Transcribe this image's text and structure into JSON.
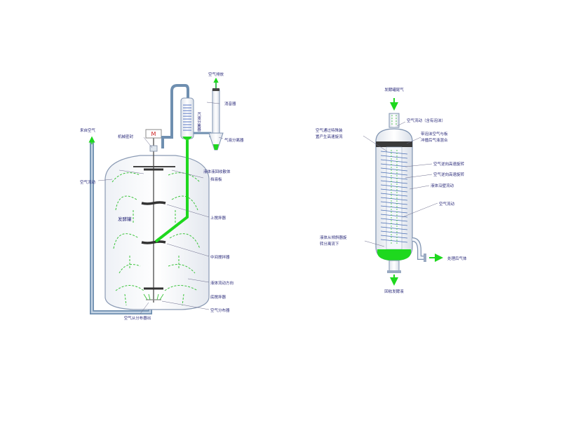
{
  "left_diagram": {
    "labels": {
      "outside_air": "来自空气",
      "air_flow": "空气流动",
      "motor": "M",
      "shaft_seal": "机械密封",
      "tank": "发酵罐",
      "air_exhaust_top": "空气排放",
      "defoamer": "消音器",
      "gas_liquid_separator": "气液分离器",
      "liquid_return": "液体液回收散体",
      "baffle": "挡液板",
      "upper_agitator": "上搅拌器",
      "middle_agitator": "中间搅拌器",
      "liquid_flow_direction": "液体流动方向",
      "bottom_agitator": "底搅拌器",
      "air_distributor": "空气分布器",
      "air_from_distributor": "空气从分布器出",
      "vertical_column_label": "汽液分离器"
    }
  },
  "right_diagram": {
    "labels": {
      "fermenter_tail_gas": "发酵罐尾气",
      "air_flow_with_foam": "空气流动（含有泡沫）",
      "air_through_special_device": "空气通过特殊装",
      "produces_high_speed_swirl": "置产生高速旋流",
      "foam_air_and_plate": "带泡沫空气与板",
      "mix_after_impact": "冲撞后气液混合",
      "air_reverse_high_speed_1": "空气逆向高速旋转",
      "air_reverse_high_speed_2": "空气逆向高速旋转",
      "liquid_flows_along_wall": "液体沿壁流动",
      "air_flow": "空气流动",
      "liquid_separated_line1": "液体从倾斜器旋",
      "liquid_separated_line2": "转分离流下",
      "treated_gas": "处理后气体",
      "recovered_broth": "回收发酵液"
    }
  },
  "colors": {
    "outline": "#7f93b0",
    "pipe": "#7da0bf",
    "green": "#1ed81e",
    "green_dash": "#3cc43c",
    "text": "#2a2a7a",
    "coil": "#4a6fb5",
    "cap": "#3a3a3a"
  }
}
